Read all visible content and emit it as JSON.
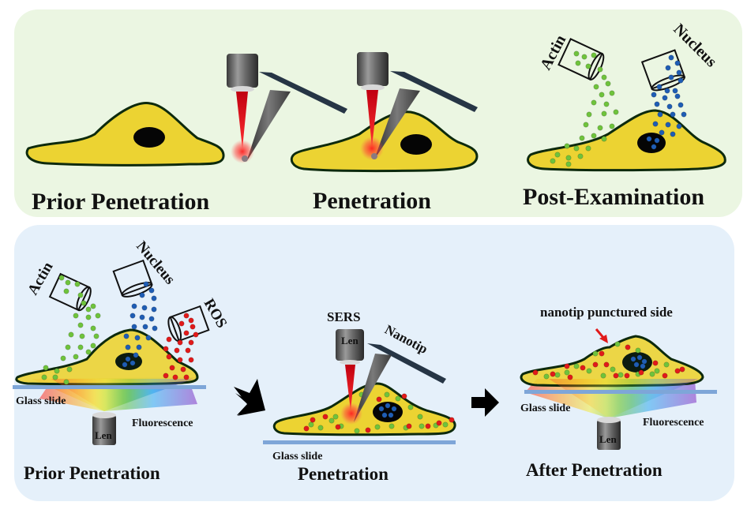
{
  "figure": {
    "description": "Schematic of nanotip cell penetration with SERS and fluorescence examination",
    "colors": {
      "top_panel_bg": "#ebf6e2",
      "bottom_panel_bg": "#e5f0fa",
      "cell_fill": "#ecd332",
      "cell_outline": "#0d2a0d",
      "nucleus": "#050505",
      "actin_dot": "#6fc33c",
      "nucleus_dot": "#1f5db4",
      "ros_dot": "#e11a1a",
      "laser": "#e8141a",
      "glass_slide": "#7ea6d8",
      "cantilever": "#263545"
    }
  },
  "top_panel": {
    "stages": [
      {
        "title": "Prior Penetration"
      },
      {
        "title": "Penetration"
      },
      {
        "title": "Post-Examination",
        "containers": [
          "Actin",
          "Nucleus"
        ]
      }
    ]
  },
  "bottom_panel": {
    "stages": [
      {
        "title": "Prior Penetration",
        "containers": [
          "Actin",
          "Nucleus",
          "ROS"
        ],
        "glass_label": "Glass slide",
        "lens_label": "Len",
        "fluorescence_label": "Fluorescence"
      },
      {
        "title": "Penetration",
        "sers_label": "SERS",
        "lens_label": "Len",
        "nanotip_label": "Nanotip",
        "glass_label": "Glass slide"
      },
      {
        "title": "After Penetration",
        "annotation": "nanotip punctured side",
        "glass_label": "Glass slide",
        "lens_label": "Len",
        "fluorescence_label": "Fluorescence"
      }
    ]
  }
}
